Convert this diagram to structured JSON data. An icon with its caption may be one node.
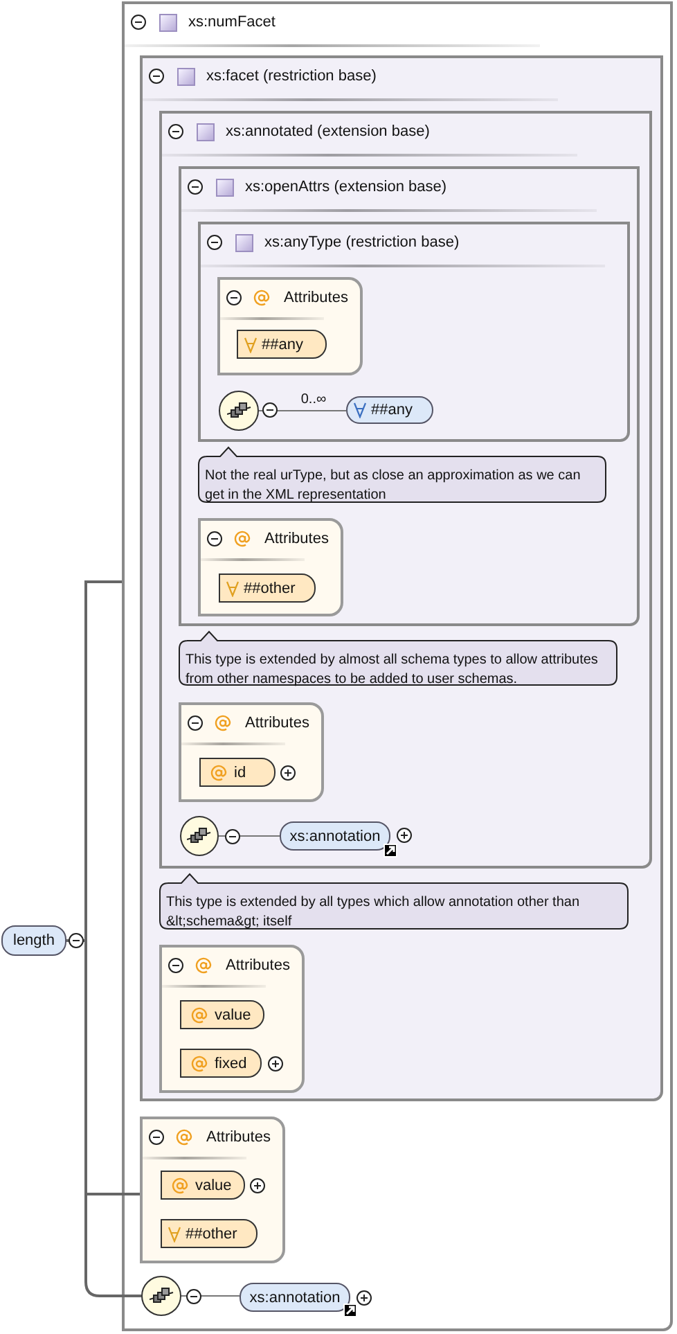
{
  "diagram": {
    "nodes": [
      {
        "text": [
          "length"
        ]
      },
      {
        "text": [
          "xs:numFacet"
        ]
      },
      {
        "text": [
          "xs:facet (restriction base)"
        ],
        "in": 1
      },
      {
        "text": [
          "xs:annotated (extension base)"
        ],
        "in": 2
      },
      {
        "text": [
          "xs:openAttrs (extension base)"
        ],
        "in": 3
      },
      {
        "text": [
          "xs:anyType (restriction base)"
        ],
        "in": 4
      },
      {
        "text": [
          "Attributes"
        ],
        "in": 5
      },
      {
        "text": [
          "##any"
        ],
        "in": 6
      },
      {
        "text": [],
        "shape": "circle",
        "in": 5
      },
      {
        "text": [
          "##any"
        ],
        "in": 5
      },
      {
        "text": [
          "Not the real urType, but as close an approximation as we can get in the XML representation"
        ],
        "in": 4
      },
      {
        "text": [
          "Attributes"
        ],
        "in": 4
      },
      {
        "text": [
          "##other"
        ],
        "in": 11
      },
      {
        "text": [
          "This type is extended by almost all schema types to allow attributes from other namespaces to be added to user schemas."
        ],
        "in": 3
      },
      {
        "text": [
          "Attributes"
        ],
        "in": 3
      },
      {
        "text": [
          "id"
        ],
        "in": 14
      },
      {
        "text": [],
        "shape": "circle",
        "in": 3
      },
      {
        "text": [
          "xs:annotation"
        ],
        "in": 3
      },
      {
        "text": [
          "This type is extended by all types which allow annotation other than &lt;schema&gt; itself"
        ],
        "in": 2
      },
      {
        "text": [
          "Attributes"
        ],
        "in": 2
      },
      {
        "text": [
          "value"
        ],
        "in": 19
      },
      {
        "text": [
          "fixed"
        ],
        "in": 19
      },
      {
        "text": [
          "Attributes"
        ],
        "in": 1
      },
      {
        "text": [
          "value"
        ],
        "in": 22
      },
      {
        "text": [
          "##other"
        ],
        "in": 22
      },
      {
        "text": [],
        "shape": "circle",
        "in": 1
      },
      {
        "text": [
          "xs:annotation"
        ],
        "in": 1
      }
    ],
    "edges": [
      {
        "from": 0,
        "to": 1,
        "arrow": "none"
      },
      {
        "from": 0,
        "to": 22,
        "arrow": "none"
      },
      {
        "from": 0,
        "to": 25,
        "arrow": "none"
      },
      {
        "from": 8,
        "to": 9,
        "arrow": "none",
        "label": "0..∞"
      },
      {
        "from": 16,
        "to": 17,
        "arrow": "none"
      },
      {
        "from": 25,
        "to": 26,
        "arrow": "none"
      }
    ]
  }
}
